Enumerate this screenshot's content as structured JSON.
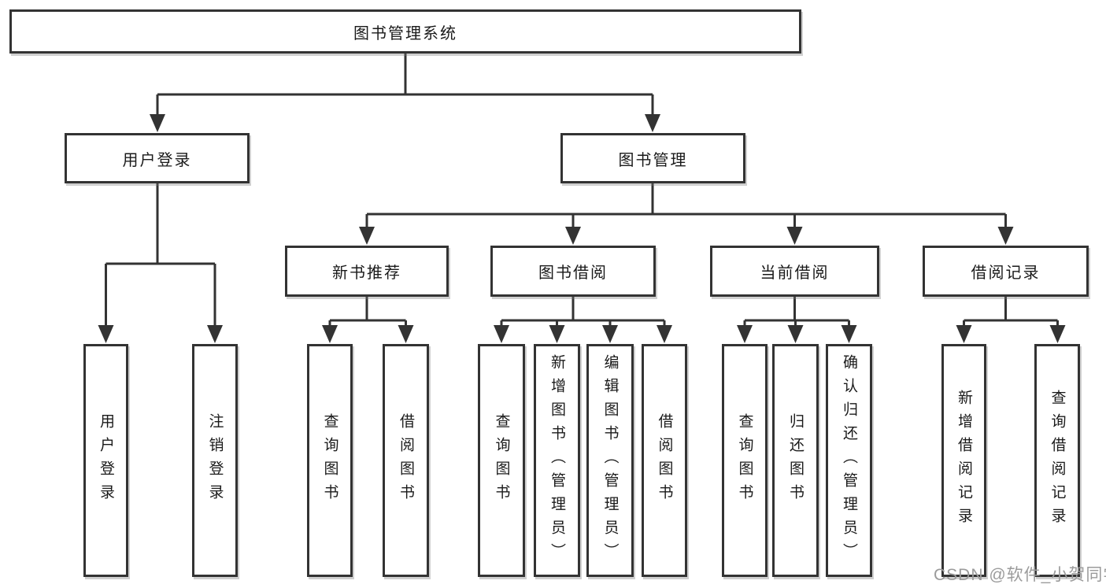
{
  "diagram_title": "图书管理系统",
  "watermark": {
    "text": "CSDN @软件_小贺同学",
    "color": "#9b9b9b"
  },
  "colors": {
    "stroke": "#333333",
    "box_background": "#ffffff",
    "text": "#1a1a1a",
    "page_background": "#ffffff"
  },
  "tree": {
    "label": "图书管理系统",
    "children": [
      {
        "label": "用户登录",
        "children": [
          {
            "label": "用户登录"
          },
          {
            "label": "注销登录"
          }
        ]
      },
      {
        "label": "图书管理",
        "children": [
          {
            "label": "新书推荐",
            "children": [
              {
                "label": "查询图书"
              },
              {
                "label": "借阅图书"
              }
            ]
          },
          {
            "label": "图书借阅",
            "children": [
              {
                "label": "查询图书"
              },
              {
                "label": "新增图书（管理员）"
              },
              {
                "label": "编辑图书（管理员）"
              },
              {
                "label": "借阅图书"
              }
            ]
          },
          {
            "label": "当前借阅",
            "children": [
              {
                "label": "查询图书"
              },
              {
                "label": "归还图书"
              },
              {
                "label": "确认归还（管理员）"
              }
            ]
          },
          {
            "label": "借阅记录",
            "children": [
              {
                "label": "新增借阅记录"
              },
              {
                "label": "查询借阅记录"
              }
            ]
          }
        ]
      }
    ]
  }
}
